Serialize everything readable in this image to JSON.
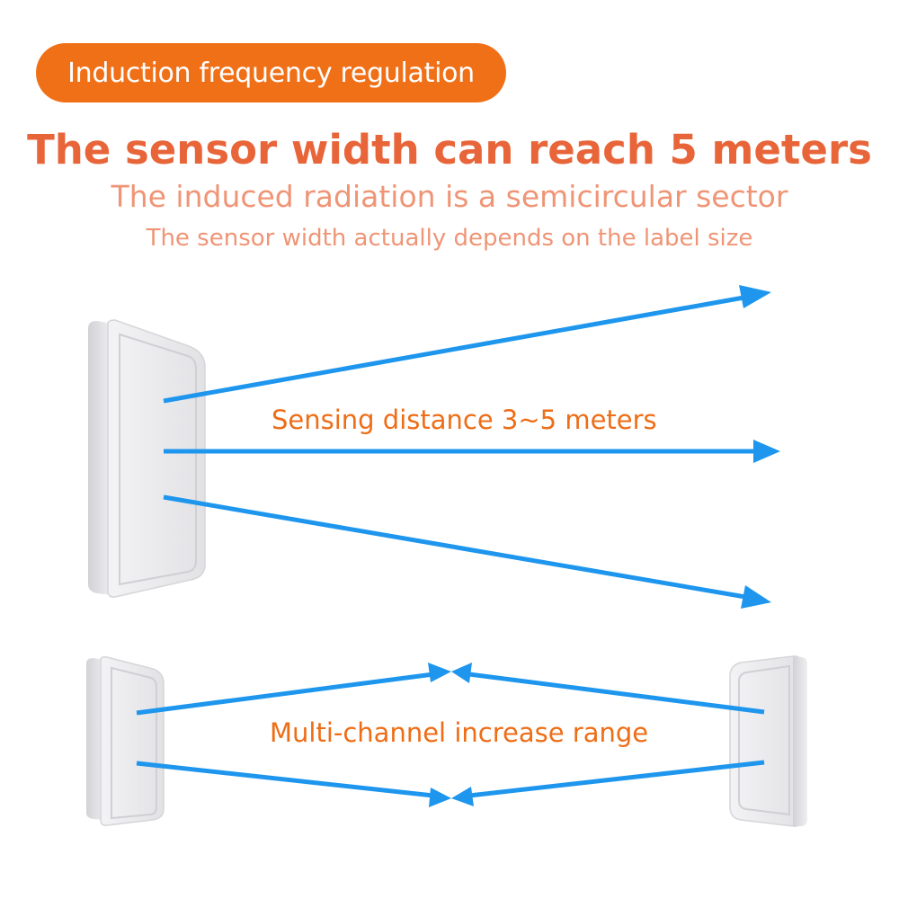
{
  "badge": {
    "text": "Induction frequency regulation"
  },
  "headline": "The sensor width can reach 5 meters",
  "subtitle_1": "The induced radiation is a semicircular sector",
  "subtitle_2": "The sensor width actually depends on the label size",
  "labels": {
    "sensing_distance": "Sensing distance 3~5 meters",
    "multi_channel": "Multi-channel increase range"
  },
  "colors": {
    "accent_orange": "#f07018",
    "headline_orange": "#e8653a",
    "subtitle_salmon": "#ef9576",
    "label_orange": "#ee6d17",
    "arrow_blue": "#1e96ee",
    "device_body": "#e6e6e8"
  }
}
